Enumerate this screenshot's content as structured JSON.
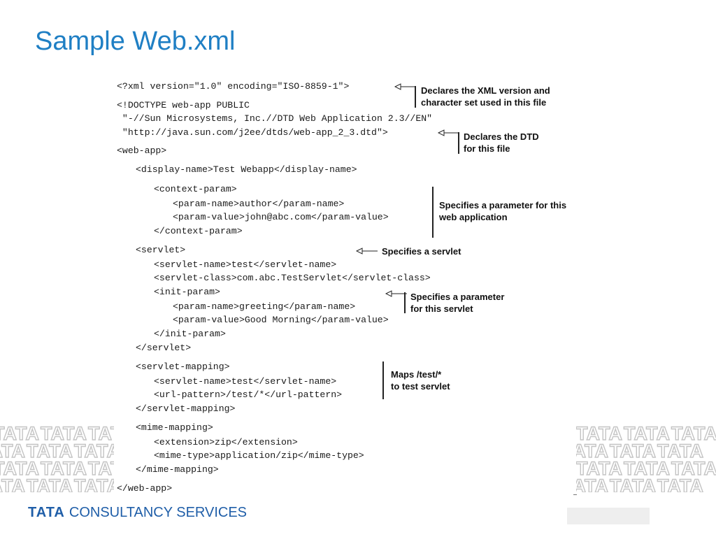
{
  "slide": {
    "title": "Sample Web.xml"
  },
  "code": {
    "lines": [
      "<?xml version=\"1.0\" encoding=\"ISO-8859-1\">",
      "<!DOCTYPE web-app PUBLIC",
      " \"-//Sun Microsystems, Inc.//DTD Web Application 2.3//EN\"",
      " \"http://java.sun.com/j2ee/dtds/web-app_2_3.dtd\">",
      "<web-app>",
      "<display-name>Test Webapp</display-name>",
      "<context-param>",
      "<param-name>author</param-name>",
      "<param-value>john@abc.com</param-value>",
      "</context-param>",
      "<servlet>",
      "<servlet-name>test</servlet-name>",
      "<servlet-class>com.abc.TestServlet</servlet-class>",
      "<init-param>",
      "<param-name>greeting</param-name>",
      "<param-value>Good Morning</param-value>",
      "</init-param>",
      "</servlet>",
      "<servlet-mapping>",
      "<servlet-name>test</servlet-name>",
      "<url-pattern>/test/*</url-pattern>",
      "</servlet-mapping>",
      "<mime-mapping>",
      "<extension>zip</extension>",
      "<mime-type>application/zip</mime-type>",
      "</mime-mapping>",
      "</web-app>"
    ]
  },
  "annotations": {
    "xml_decl": {
      "line1": "Declares the XML version and",
      "line2": "character set used in this file"
    },
    "dtd": {
      "line1": "Declares the DTD",
      "line2": "for this file"
    },
    "context_param": {
      "line1": "Specifies a parameter for this",
      "line2": "web application"
    },
    "servlet": {
      "line1": "Specifies a servlet"
    },
    "init_param": {
      "line1": "Specifies a parameter",
      "line2": "for this servlet"
    },
    "mapping": {
      "line1": "Maps /test/*",
      "line2": "to test servlet"
    }
  },
  "footer": {
    "brand": "TATA",
    "company": "CONSULTANCY SERVICES",
    "pattern_text": "TATA"
  },
  "colors": {
    "title": "#1f7fc4",
    "footer_brand": "#1f5ea8",
    "pattern": "#c4c4c4"
  }
}
